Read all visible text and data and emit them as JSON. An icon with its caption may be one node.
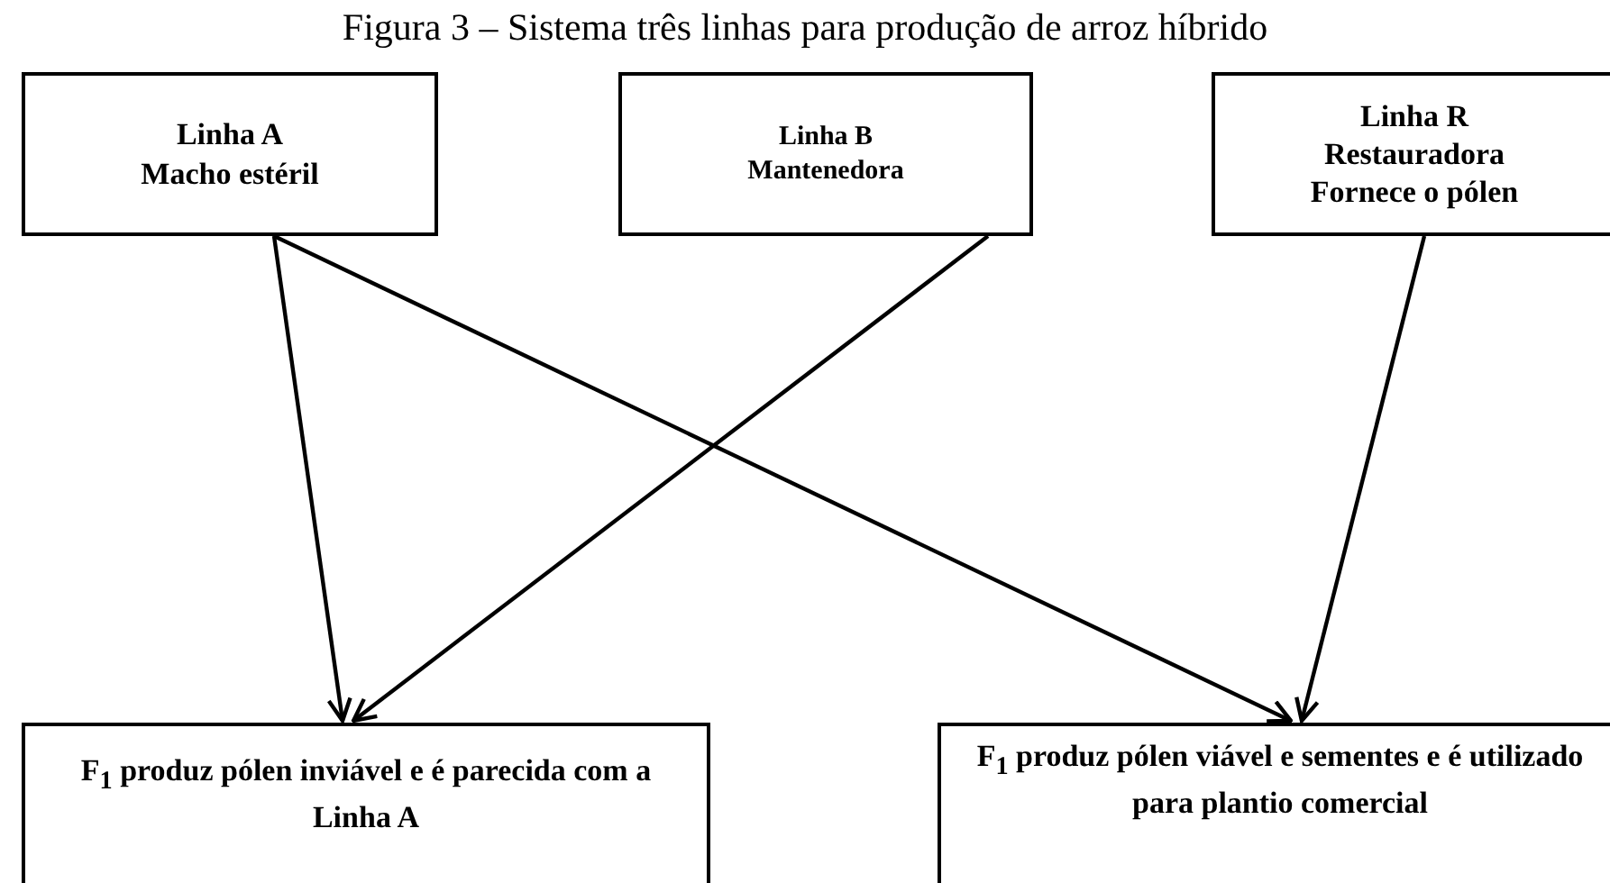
{
  "diagram": {
    "title": "Figura 3 – Sistema três linhas para produção de arroz híbrido",
    "nodes": [
      {
        "text": [
          "Linha A",
          "Macho estéril"
        ]
      },
      {
        "text": [
          "Linha B",
          "Mantenedora"
        ]
      },
      {
        "text": [
          "Linha R",
          "Restauradora",
          "Fornece o pólen"
        ]
      },
      {
        "text": [
          "F$_{1}$ produz pólen inviável e é parecida com a Linha A"
        ]
      },
      {
        "text": [
          "F$_{1}$ produz pólen viável e sementes e é utilizado para plantio comercial"
        ]
      }
    ],
    "edges": [
      {
        "from": 0,
        "to": 3,
        "arrow": "to"
      },
      {
        "from": 1,
        "to": 3,
        "arrow": "to"
      },
      {
        "from": 0,
        "to": 4,
        "arrow": "to"
      },
      {
        "from": 2,
        "to": 4,
        "arrow": "to"
      }
    ]
  }
}
